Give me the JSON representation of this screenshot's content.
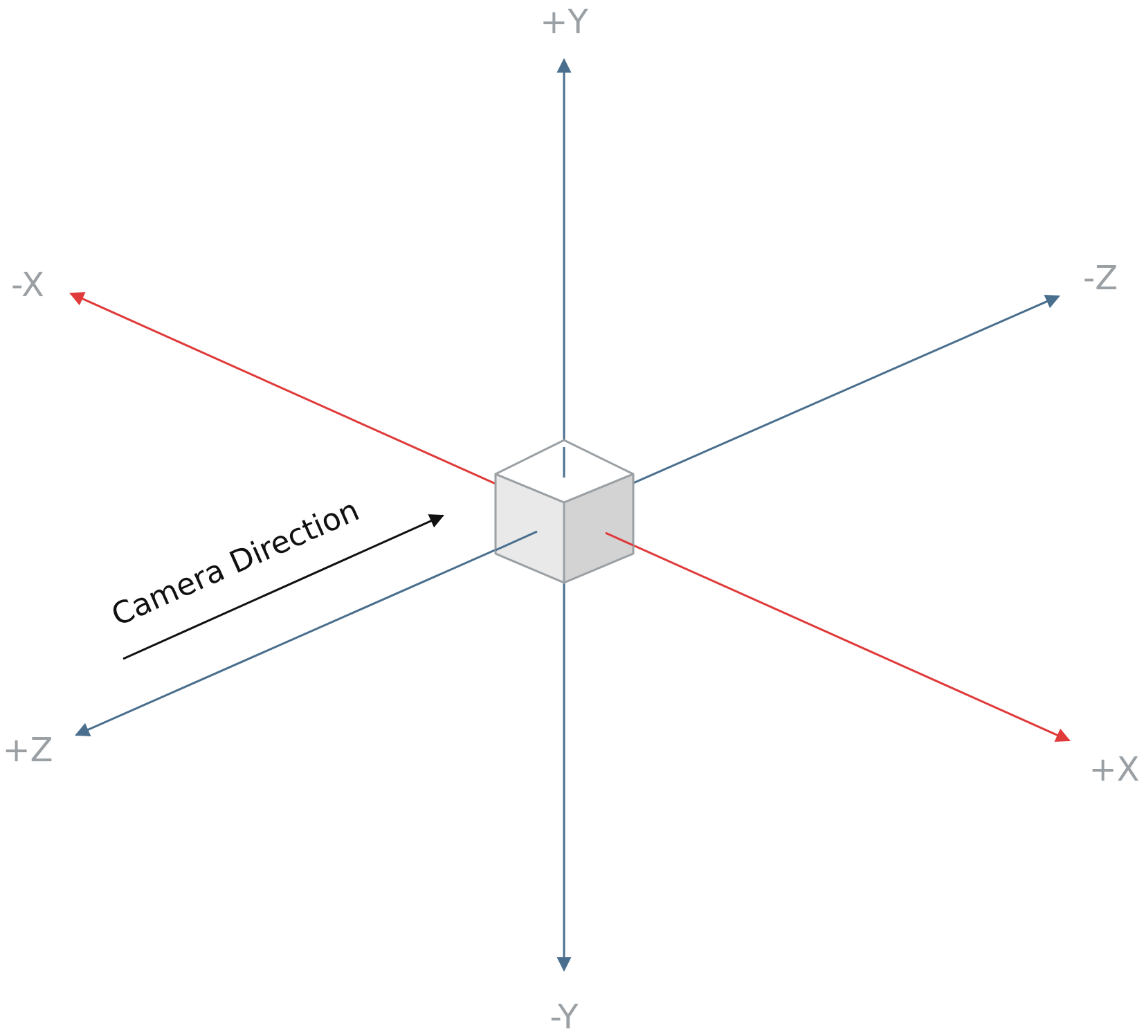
{
  "axes": {
    "plus_y": "+Y",
    "minus_y": "-Y",
    "plus_x": "+X",
    "minus_x": "-X",
    "plus_z": "+Z",
    "minus_z": "-Z"
  },
  "camera": {
    "label": "Camera Direction"
  },
  "colors": {
    "y_axis": "#4a6f8e",
    "z_axis": "#4a6f8e",
    "x_axis": "#e03a3a",
    "label_gray": "#9aa0a4",
    "camera_arrow": "#111111",
    "cube_stroke": "#9aa0a4",
    "cube_top": "#ffffff",
    "cube_left": "#e9e9e9",
    "cube_right": "#d3d3d3"
  }
}
